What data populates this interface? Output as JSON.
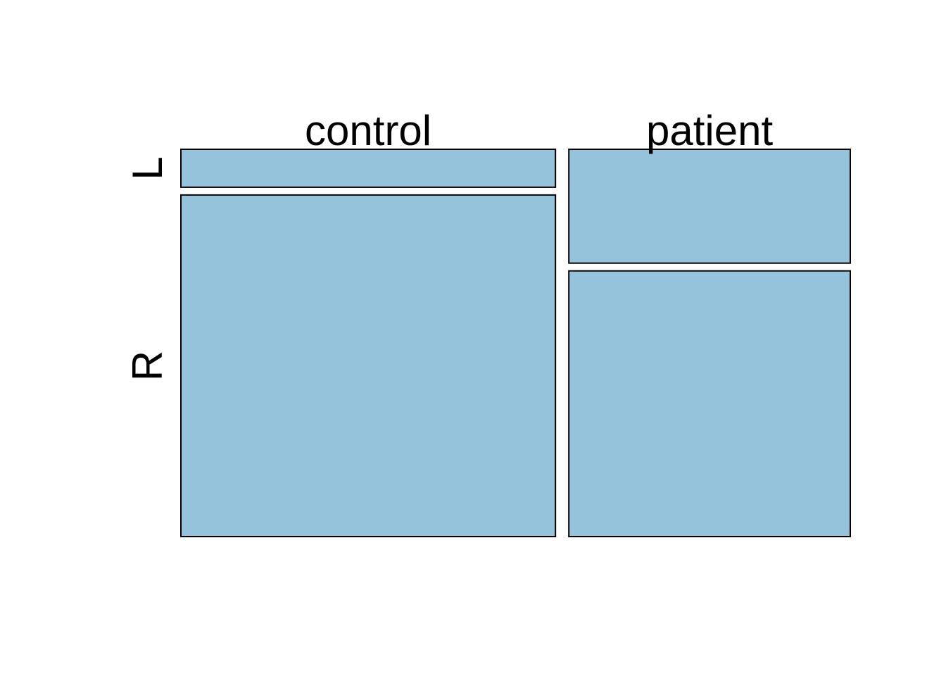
{
  "chart_data": {
    "type": "mosaic",
    "title": "",
    "x_categories": [
      "control",
      "patient"
    ],
    "y_categories": [
      "L",
      "R"
    ],
    "column_widths": [
      0.571,
      0.429
    ],
    "column_proportions": [
      {
        "name": "control",
        "values": [
          0.1,
          0.9
        ]
      },
      {
        "name": "patient",
        "values": [
          0.3,
          0.7
        ]
      }
    ],
    "fill_color": "#96C3DC",
    "border_color": "#000000",
    "xlabel": "",
    "ylabel": "",
    "grid": false,
    "legend": "none"
  }
}
